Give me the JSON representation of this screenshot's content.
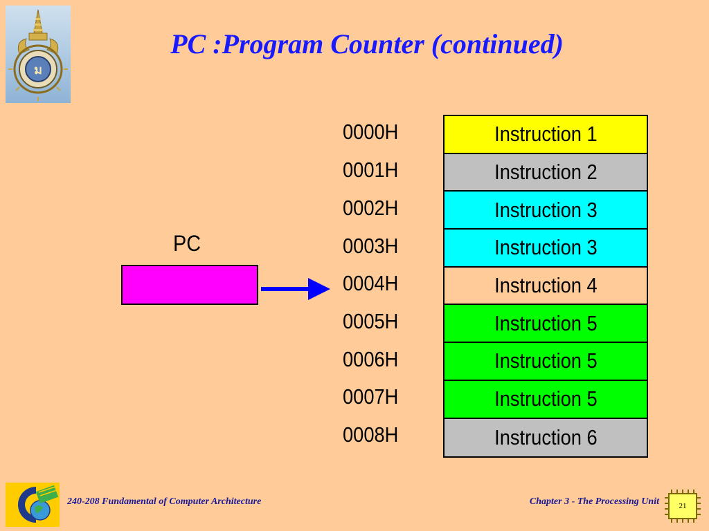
{
  "slide": {
    "title": "PC :Program Counter (continued)",
    "pc_label": "PC",
    "pc_value": ""
  },
  "memory": {
    "rows": [
      {
        "address": "0000H",
        "instruction": "Instruction 1",
        "color": "#ffff00"
      },
      {
        "address": "0001H",
        "instruction": "Instruction 2",
        "color": "#c0c0c0"
      },
      {
        "address": "0002H",
        "instruction": "Instruction 3",
        "color": "#00ffff"
      },
      {
        "address": "0003H",
        "instruction": "Instruction 3",
        "color": "#00ffff"
      },
      {
        "address": "0004H",
        "instruction": "Instruction 4",
        "color": "#ffcc99"
      },
      {
        "address": "0005H",
        "instruction": "Instruction 5",
        "color": "#00ff00"
      },
      {
        "address": "0006H",
        "instruction": "Instruction 5",
        "color": "#00ff00"
      },
      {
        "address": "0007H",
        "instruction": "Instruction 5",
        "color": "#00ff00"
      },
      {
        "address": "0008H",
        "instruction": "Instruction 6",
        "color": "#c0c0c0"
      }
    ],
    "pointed_address": "0004H"
  },
  "colors": {
    "background": "#ffcc99",
    "title": "#1a1aff",
    "pc_box": "#ff00ff",
    "arrow": "#0000ff",
    "footer_text": "#1a1a99"
  },
  "footer": {
    "left_text": "240-208 Fundamental of Computer Architecture",
    "right_text": "Chapter 3 - The Processing Unit",
    "page_number": "21"
  },
  "icons": {
    "top_logo": "university-crest-icon",
    "bottom_logo": "department-logo-icon",
    "page_chip": "cpu-chip-icon"
  }
}
